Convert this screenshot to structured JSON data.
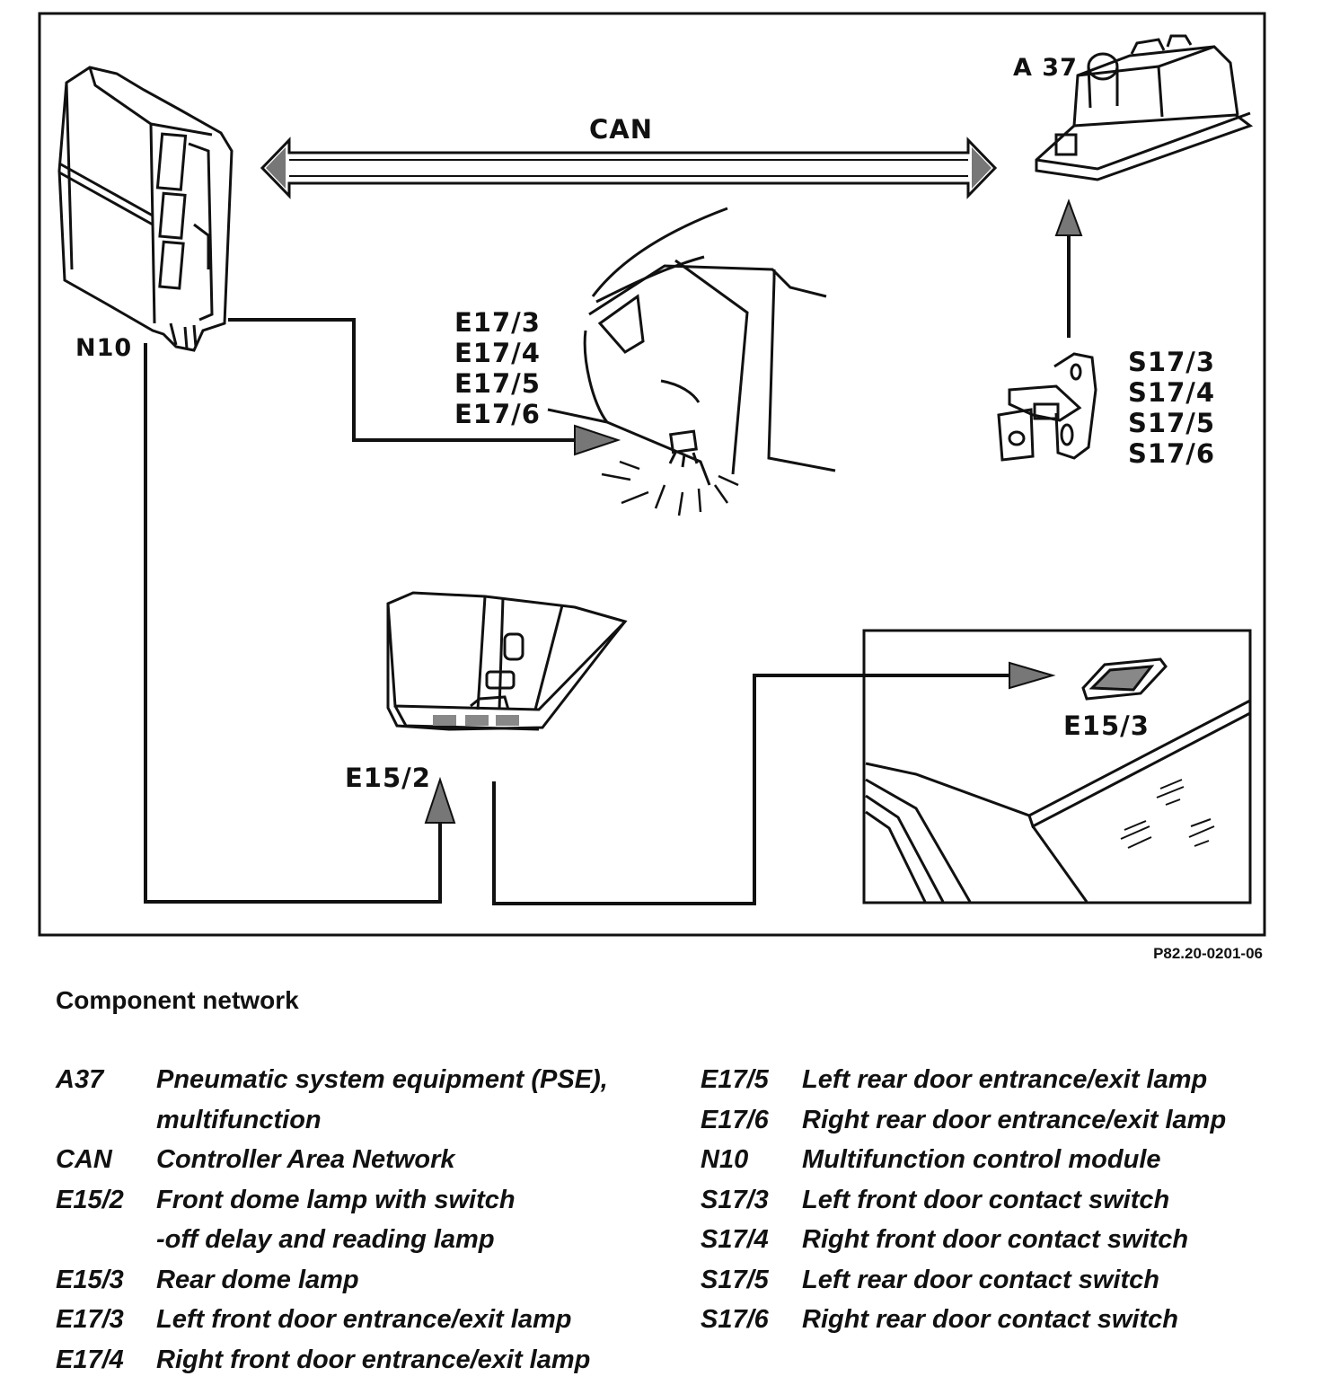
{
  "diagram": {
    "labels": {
      "can": "CAN",
      "a37": "A 37",
      "n10": "N10",
      "e17_group": [
        "E17/3",
        "E17/4",
        "E17/5",
        "E17/6"
      ],
      "s17_group": [
        "S17/3",
        "S17/4",
        "S17/5",
        "S17/6"
      ],
      "e15_2": "E15/2",
      "e15_3": "E15/3"
    },
    "reference_code": "P82.20-0201-06"
  },
  "legend": {
    "title": "Component network",
    "left": [
      {
        "code": "A37",
        "text": "Pneumatic system equipment (PSE),"
      },
      {
        "code": "",
        "text": "multifunction"
      },
      {
        "code": "CAN",
        "text": "Controller Area Network"
      },
      {
        "code": "E15/2",
        "text": "Front dome lamp with switch"
      },
      {
        "code": "",
        "text": "-off delay and reading lamp"
      },
      {
        "code": "E15/3",
        "text": "Rear dome lamp"
      },
      {
        "code": "E17/3",
        "text": "Left front door entrance/exit lamp"
      },
      {
        "code": "E17/4",
        "text": "Right front door entrance/exit lamp"
      }
    ],
    "right": [
      {
        "code": "E17/5",
        "text": "Left rear door entrance/exit lamp"
      },
      {
        "code": "E17/6",
        "text": "Right rear door entrance/exit lamp"
      },
      {
        "code": "N10",
        "text": "Multifunction control module"
      },
      {
        "code": "S17/3",
        "text": "Left front door contact switch"
      },
      {
        "code": "S17/4",
        "text": "Right front door contact switch"
      },
      {
        "code": "S17/5",
        "text": "Left rear door contact switch"
      },
      {
        "code": "S17/6",
        "text": "Right rear door contact switch"
      }
    ]
  }
}
